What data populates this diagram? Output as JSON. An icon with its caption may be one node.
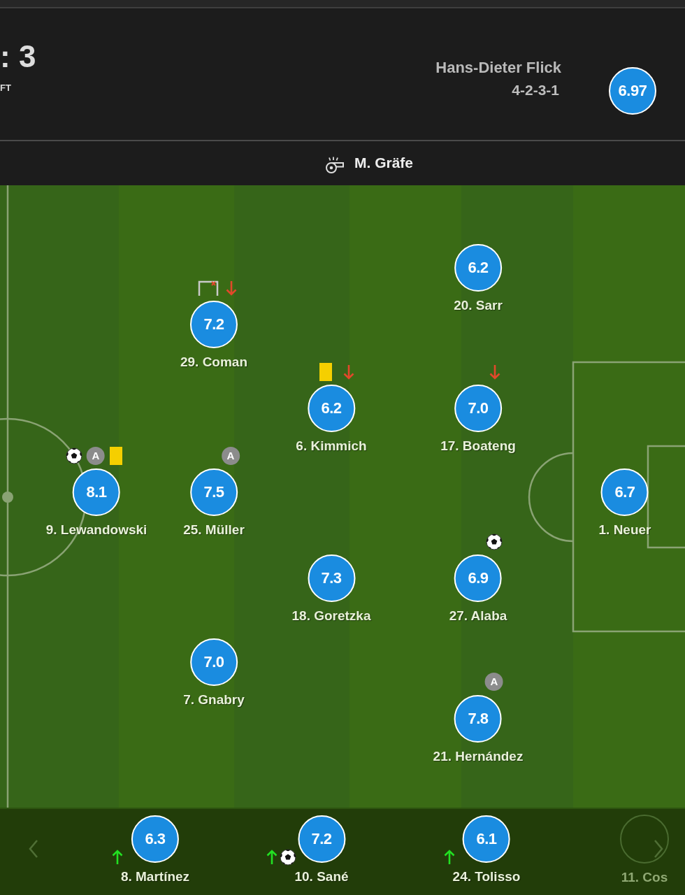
{
  "diagram": {
    "nodes": [
      {
        "text": [
          "6.97"
        ]
      },
      {
        "text": [
          "6.2"
        ],
        "beside": [
          "20. Sarr"
        ]
      },
      {
        "text": [
          "7.2"
        ],
        "beside": [
          "29. Coman"
        ]
      },
      {
        "text": [
          "6.2"
        ],
        "beside": [
          "6. Kimmich"
        ]
      },
      {
        "text": [
          "7.0"
        ],
        "beside": [
          "17. Boateng"
        ]
      },
      {
        "text": [
          "8.1"
        ],
        "beside": [
          "A",
          "9. Lewandowski"
        ]
      },
      {
        "text": [
          "7.5"
        ],
        "beside": [
          "A",
          "25. Müller"
        ]
      },
      {
        "text": [
          "6.7"
        ],
        "beside": [
          "1. Neuer"
        ]
      },
      {
        "text": [
          "7.3"
        ],
        "beside": [
          "18. Goretzka"
        ]
      },
      {
        "text": [
          "6.9"
        ],
        "beside": [
          "27. Alaba"
        ]
      },
      {
        "text": [
          "7.0"
        ],
        "beside": [
          "7. Gnabry"
        ]
      },
      {
        "text": [
          "7.8"
        ],
        "beside": [
          "A",
          "21. Hernández"
        ]
      },
      {
        "text": [
          "6.3"
        ],
        "beside": [
          "8. Martínez"
        ]
      },
      {
        "text": [
          "7.2"
        ],
        "beside": [
          "10. Sané"
        ]
      },
      {
        "text": [
          "6.1"
        ],
        "beside": [
          "24. Tolisso"
        ]
      },
      {
        "text": [],
        "shape": "circle",
        "beside": [
          "11. Cos"
        ]
      }
    ],
    "labels": [
      ": 3",
      "FT",
      "Hans-Dieter Flick",
      "4-2-3-1",
      "M. Gräfe"
    ]
  }
}
